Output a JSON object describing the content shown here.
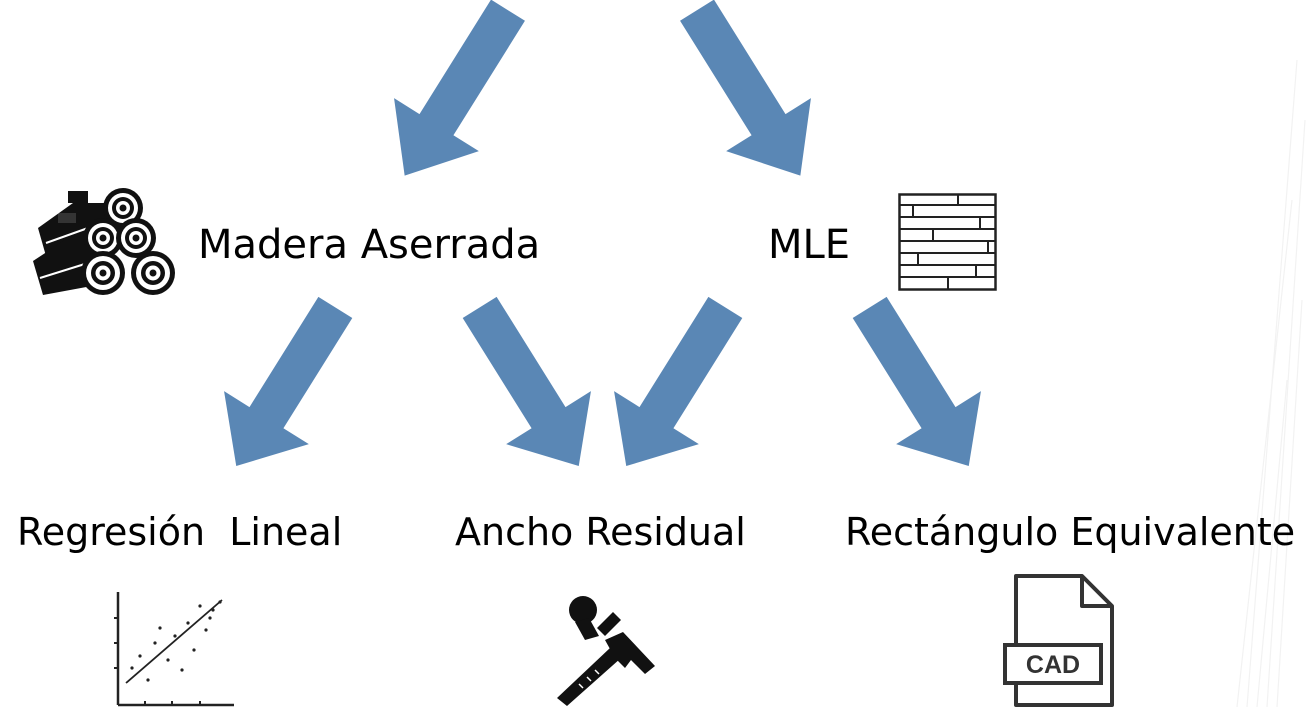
{
  "nodes": {
    "madera": {
      "label": "Madera Aserrada"
    },
    "mle": {
      "label": "MLE"
    },
    "regresion": {
      "label": "Regresión  Lineal"
    },
    "ancho": {
      "label": "Ancho Residual"
    },
    "rectangulo": {
      "label": "Rectángulo Equivalente"
    }
  },
  "icons": {
    "logs": "logs-icon",
    "mle": "layered-boards-icon",
    "regression": "scatter-plot-icon",
    "caliper": "caliper-icon",
    "cad": "cad-file-icon",
    "cad_text": "CAD"
  },
  "colors": {
    "arrow": "#5a87b5",
    "text": "#000000"
  }
}
